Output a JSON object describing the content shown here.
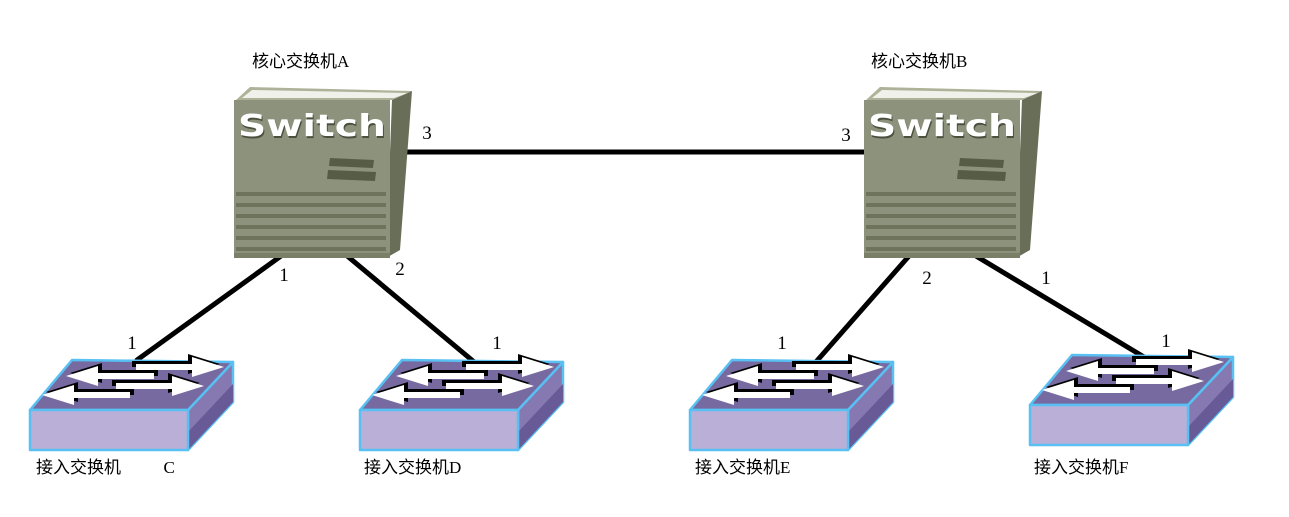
{
  "diagram": {
    "kind": "network-topology",
    "background": "#ffffff",
    "link_color": "#000000"
  },
  "nodes": {
    "core_a": {
      "label": "核心交换机A",
      "device_text": "Switch",
      "type": "core-switch"
    },
    "core_b": {
      "label": "核心交换机B",
      "device_text": "Switch",
      "type": "core-switch"
    },
    "access_c": {
      "label": "接入交换机          C",
      "type": "access-switch"
    },
    "access_d": {
      "label": "接入交换机D",
      "type": "access-switch"
    },
    "access_e": {
      "label": "接入交换机E",
      "type": "access-switch"
    },
    "access_f": {
      "label": "接入交换机F",
      "type": "access-switch"
    }
  },
  "links": [
    {
      "from": "core_a",
      "from_port": "3",
      "to": "core_b",
      "to_port": "3"
    },
    {
      "from": "core_a",
      "from_port": "1",
      "to": "access_c",
      "to_port": "1"
    },
    {
      "from": "core_a",
      "from_port": "2",
      "to": "access_d",
      "to_port": "1"
    },
    {
      "from": "core_b",
      "from_port": "2",
      "to": "access_e",
      "to_port": "1"
    },
    {
      "from": "core_b",
      "from_port": "1",
      "to": "access_f",
      "to_port": "1"
    }
  ],
  "colors": {
    "core_front": "#8c927c",
    "core_top": "#aeb298",
    "core_top_stripe": "#f0f1ea",
    "core_side": "#686e58",
    "core_vent": "#6e735c",
    "core_badge": "#575c46",
    "core_text": "#ffffff",
    "access_top": "#776aa0",
    "access_front": "#bab0d7",
    "access_side": "#8678b0",
    "access_side_dark": "#675a96",
    "access_border": "#58c0f2",
    "link": "#000000",
    "label": "#000000"
  }
}
